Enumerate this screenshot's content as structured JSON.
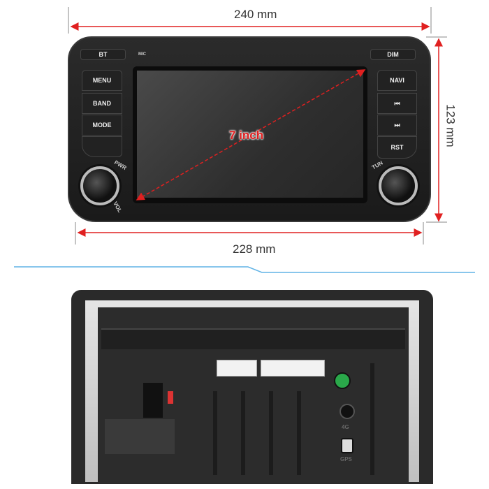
{
  "dimensions": {
    "width_label": "240 mm",
    "height_label": "123 mm",
    "bottom_width_label": "228 mm",
    "diagonal_label": "7 inch"
  },
  "front_panel": {
    "left_buttons": [
      "BT",
      "MENU",
      "BAND",
      "MODE"
    ],
    "right_buttons": [
      "DIM",
      "NAVI",
      "⏮",
      "⏭",
      "RST"
    ],
    "mic_label": "MIC",
    "pwr_label": "PWR",
    "vol_label": "VOL",
    "tun_label": "TUN"
  },
  "back_panel": {
    "port_labels": [
      "4G",
      "GPS"
    ]
  },
  "colors": {
    "dimension_arrow": "#e02020",
    "divider": "#3aa0e0",
    "green_port": "#2aa84a"
  }
}
